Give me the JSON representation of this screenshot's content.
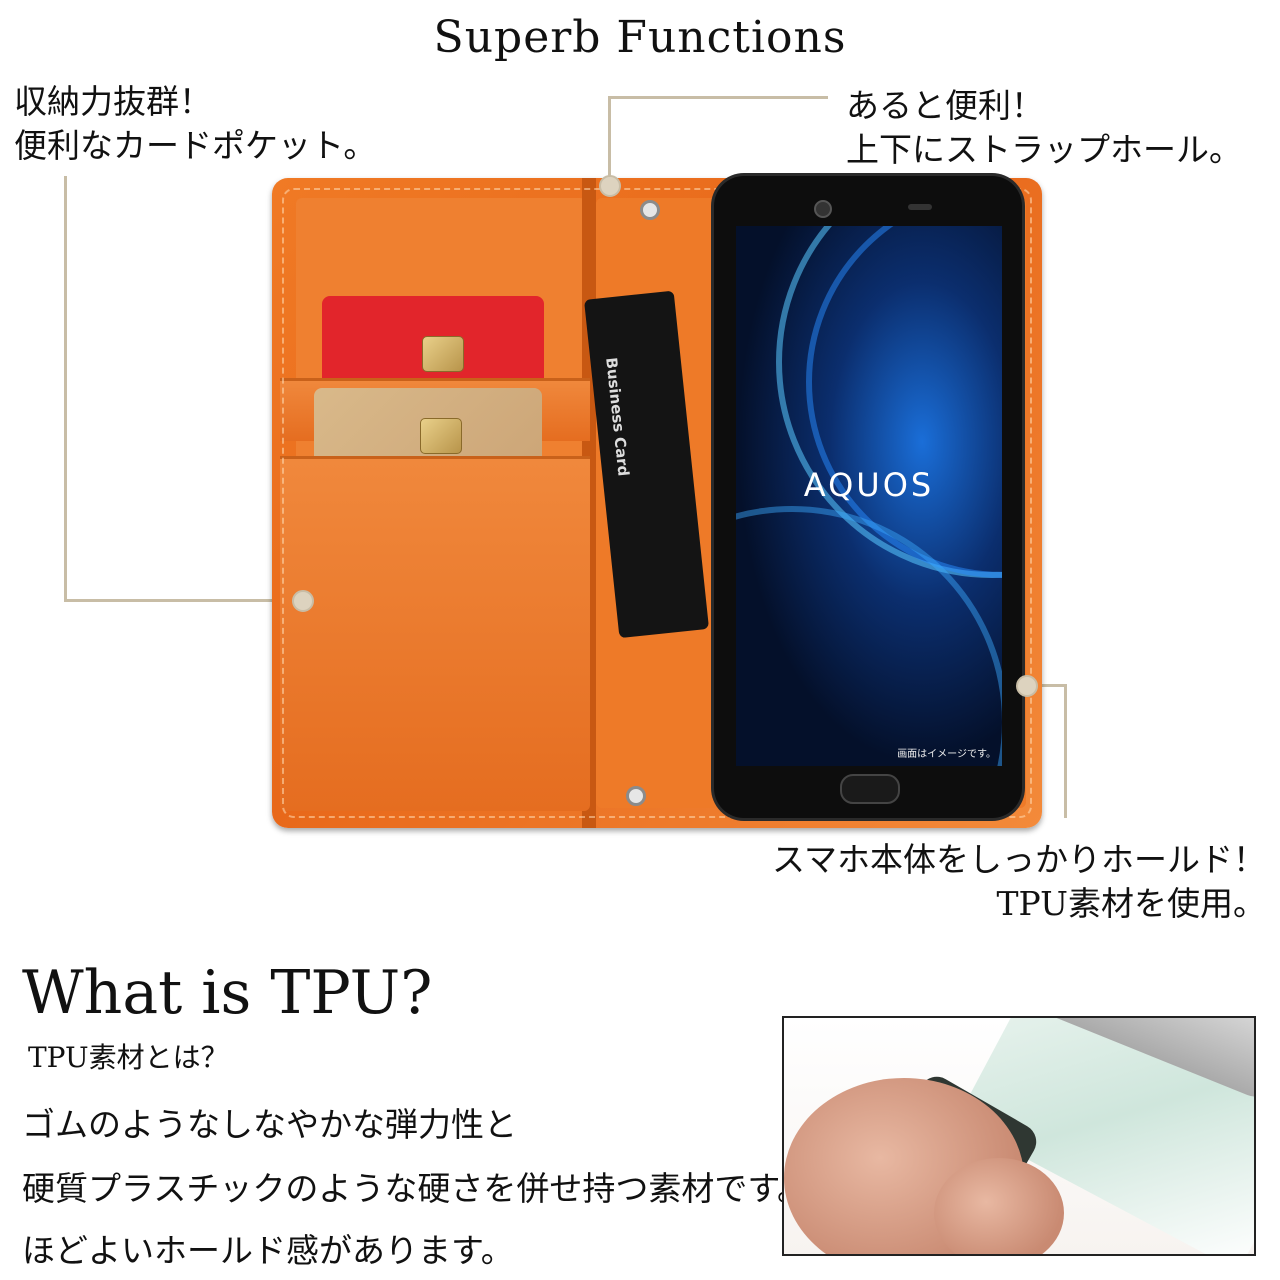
{
  "title": "Superb Functions",
  "callouts": {
    "card_pocket": [
      "収納力抜群！",
      "便利なカードポケット。"
    ],
    "strap_hole": [
      "あると便利！",
      "上下にストラップホール。"
    ],
    "hold": [
      "スマホ本体をしっかりホールド！",
      "TPU素材を使用。"
    ]
  },
  "product": {
    "card_label": "Business Card",
    "screen_logo": "AQUOS",
    "screen_note": "画面はイメージです。"
  },
  "tpu_section": {
    "heading": "What is TPU?",
    "subheading": "TPU素材とは？",
    "lines": [
      "ゴムのようなしなやかな弾力性と",
      "硬質プラスチックのような硬さを併せ持つ素材です。",
      "ほどよいホールド感があります。"
    ]
  },
  "colors": {
    "wallet": "#e8681a",
    "callout_line": "#c8bda6"
  }
}
